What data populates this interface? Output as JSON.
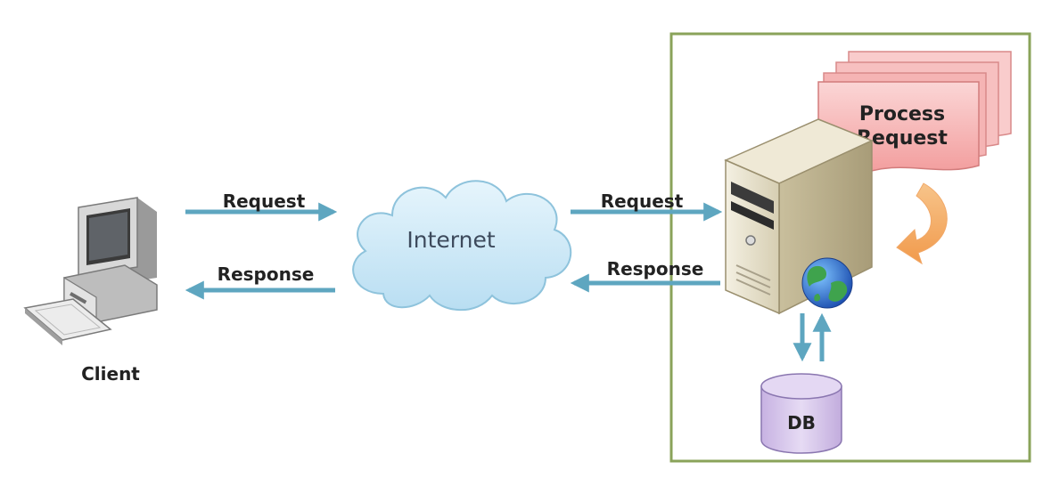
{
  "client": {
    "label": "Client"
  },
  "internet": {
    "label": "Internet"
  },
  "flows": {
    "client_request": "Request",
    "client_response": "Response",
    "server_request": "Request",
    "server_response": "Response"
  },
  "server": {
    "process_label_line1": "Process",
    "process_label_line2": "Request"
  },
  "database": {
    "label": "DB"
  },
  "colors": {
    "arrow": "#5ea6c0",
    "server_box_border": "#8aa35a",
    "doc_fill": "#f5b2b2",
    "cloud_fill": "#cfe9f6",
    "db_fill": "#d8c8ec"
  }
}
